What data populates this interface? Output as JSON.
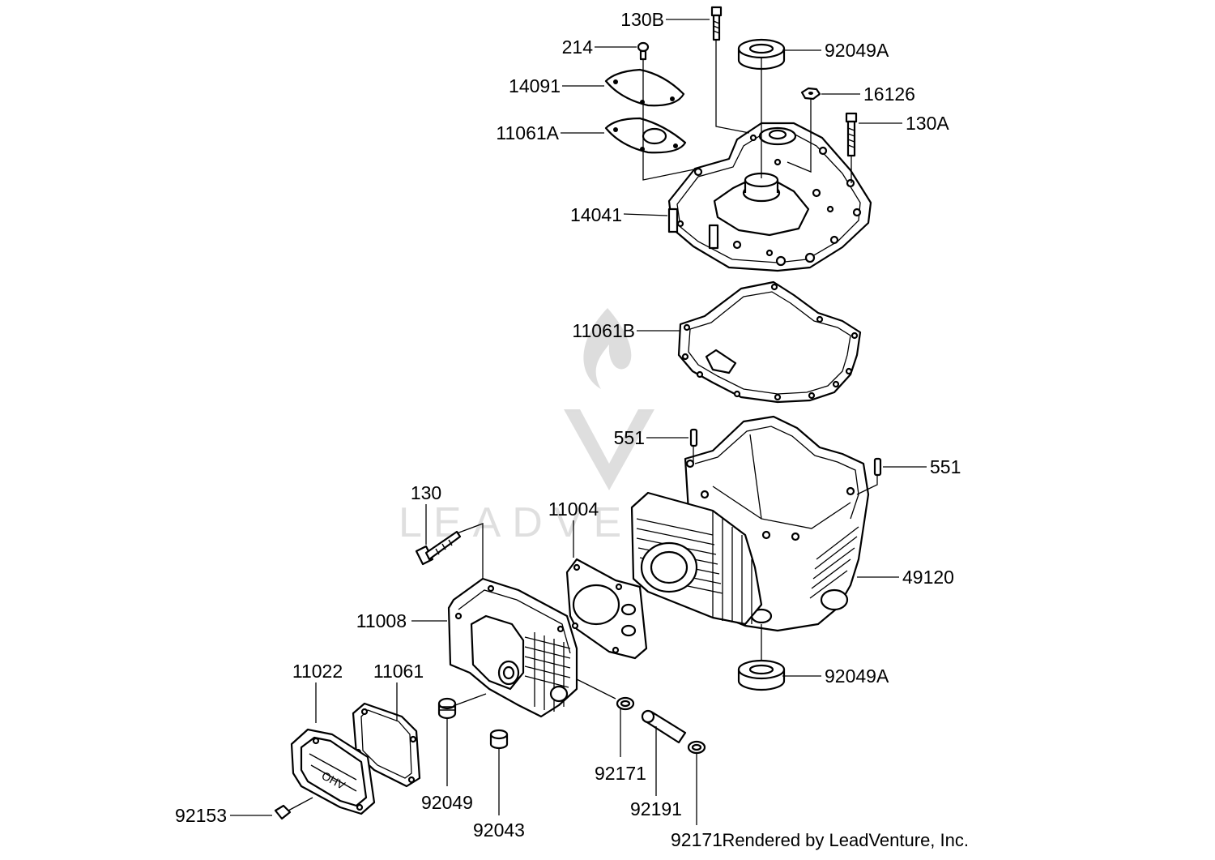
{
  "diagram": {
    "watermark": "LEADVENTURE",
    "credit": "Rendered by LeadVenture, Inc.",
    "labels": [
      {
        "id": "130B",
        "text": "130B"
      },
      {
        "id": "214",
        "text": "214"
      },
      {
        "id": "92049A_top",
        "text": "92049A"
      },
      {
        "id": "14091",
        "text": "14091"
      },
      {
        "id": "16126",
        "text": "16126"
      },
      {
        "id": "130A",
        "text": "130A"
      },
      {
        "id": "11061A",
        "text": "11061A"
      },
      {
        "id": "14041",
        "text": "14041"
      },
      {
        "id": "11061B",
        "text": "11061B"
      },
      {
        "id": "551_left",
        "text": "551"
      },
      {
        "id": "551_right",
        "text": "551"
      },
      {
        "id": "130",
        "text": "130"
      },
      {
        "id": "11004",
        "text": "11004"
      },
      {
        "id": "49120",
        "text": "49120"
      },
      {
        "id": "11008",
        "text": "11008"
      },
      {
        "id": "92049A_bottom",
        "text": "92049A"
      },
      {
        "id": "11022",
        "text": "11022"
      },
      {
        "id": "11061",
        "text": "11061"
      },
      {
        "id": "92171_upper",
        "text": "92171"
      },
      {
        "id": "92049",
        "text": "92049"
      },
      {
        "id": "92191",
        "text": "92191"
      },
      {
        "id": "92153",
        "text": "92153"
      },
      {
        "id": "92043",
        "text": "92043"
      },
      {
        "id": "92171_lower",
        "text": "92171"
      }
    ]
  }
}
